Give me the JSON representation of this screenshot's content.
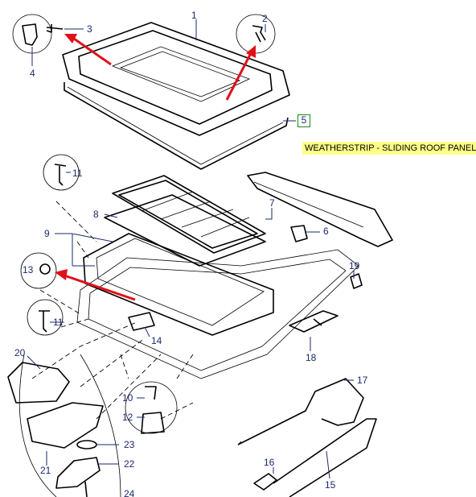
{
  "callouts": [
    "1",
    "2",
    "3",
    "4",
    "5",
    "6",
    "7",
    "8",
    "9",
    "10",
    "11",
    "11",
    "12",
    "13",
    "14",
    "15",
    "16",
    "17",
    "18",
    "19",
    "20",
    "21",
    "22",
    "23",
    "24"
  ],
  "highlighted_callout": "5",
  "tooltip": "WEATHERSTRIP - SLIDING ROOF PANEL,",
  "colors": {
    "line": "#1b2a6b",
    "arrow": "#e0101a",
    "highlight_box": "#1a8a1a",
    "tooltip_bg": "#ffff88"
  }
}
